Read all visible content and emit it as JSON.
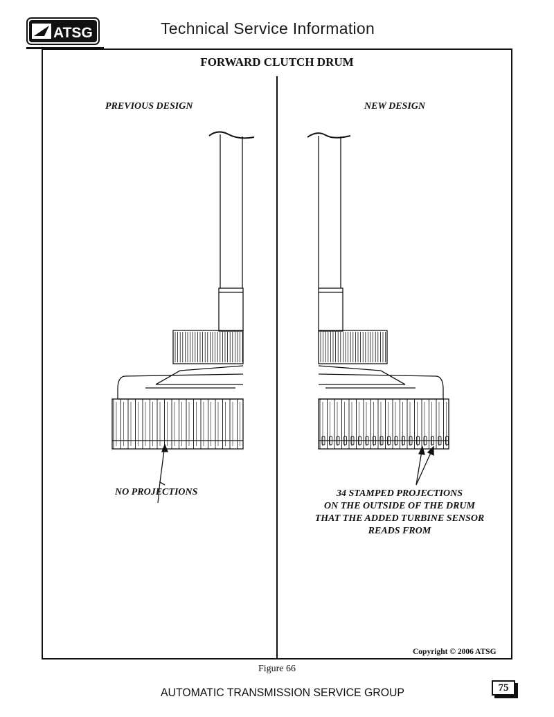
{
  "header": {
    "logo_text": "ATSG",
    "title": "Technical Service Information"
  },
  "figure": {
    "title": "FORWARD CLUTCH DRUM",
    "left_label": "PREVIOUS DESIGN",
    "right_label": "NEW DESIGN",
    "left_callout": "NO PROJECTIONS",
    "right_callout_lines": [
      "34 STAMPED PROJECTIONS",
      "ON THE OUTSIDE OF THE DRUM",
      "THAT THE ADDED TURBINE SENSOR",
      "READS FROM"
    ],
    "copyright": "Copyright © 2006 ATSG",
    "caption": "Figure 66"
  },
  "footer": {
    "title": "AUTOMATIC TRANSMISSION SERVICE GROUP",
    "page_number": "75"
  }
}
